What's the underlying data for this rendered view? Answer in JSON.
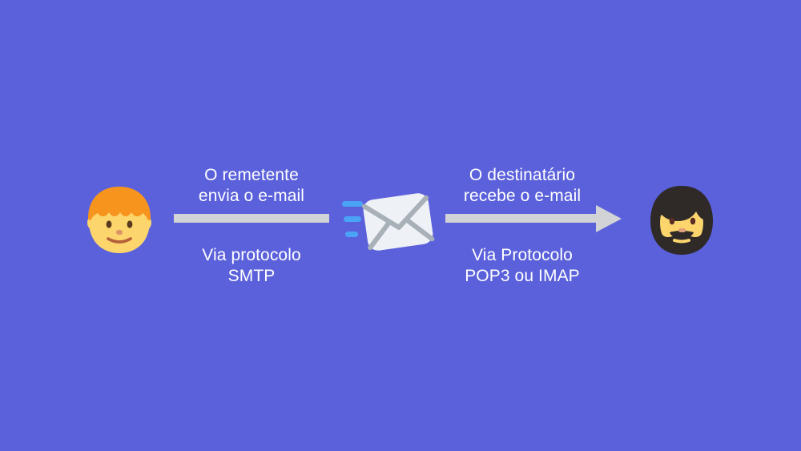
{
  "diagram": {
    "background_color": "#5b61db",
    "connector_color": "#d2d3d6",
    "text_color": "#ffffff",
    "sender": {
      "icon_name": "boy-face-emoji",
      "top_caption": "O remetente\nenvia o e-mail",
      "bottom_caption": "Via protocolo\nSMTP",
      "hair_color": "#f7941d",
      "face_color": "#fcd56d"
    },
    "transport": {
      "icon_name": "flying-envelope-icon",
      "envelope_body_color": "#eef1f5",
      "envelope_fold_color": "#a8b0b8",
      "speed_line_color": "#4aa3f5"
    },
    "recipient": {
      "icon_name": "bearded-man-face-emoji",
      "top_caption": "O destinatário\nrecebe o e-mail",
      "bottom_caption": "Via Protocolo\nPOP3 ou IMAP",
      "hair_color": "#2f2a28",
      "face_color": "#fcd56d"
    }
  }
}
